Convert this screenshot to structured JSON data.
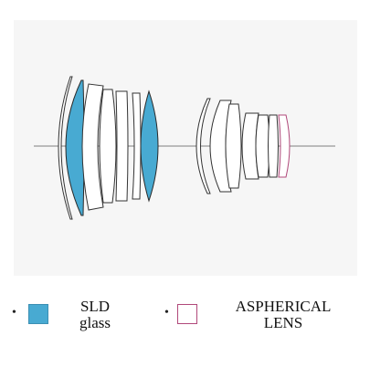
{
  "legend": {
    "sld": {
      "line1": "SLD",
      "line2": "glass",
      "color": "#48aad2",
      "border": "#2e6f8a"
    },
    "aspherical": {
      "line1": "ASPHERICAL",
      "line2": "LENS",
      "fill": "#ffffff",
      "border": "#b0487a"
    }
  },
  "colors": {
    "panel": "#f6f6f6",
    "lens_outline": "#333333",
    "sld_fill": "#48aad2",
    "aspherical_outline": "#b0487a",
    "optical_axis": "#444444"
  },
  "bullet_glyph": "•"
}
